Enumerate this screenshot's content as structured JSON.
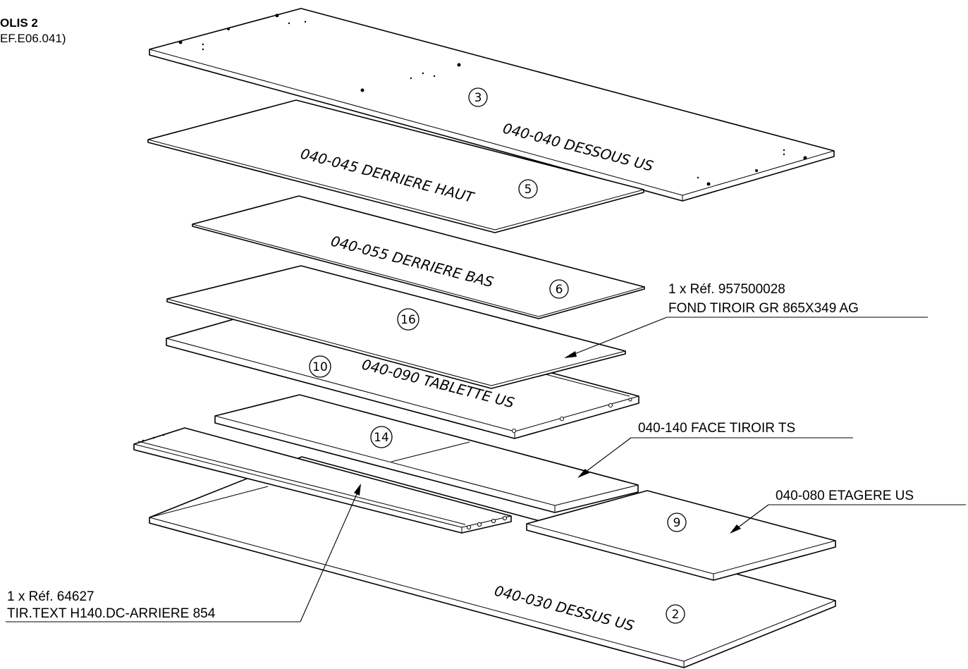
{
  "header": {
    "title": "OLIS 2",
    "reference": "EF.E06.041)"
  },
  "parts": {
    "p3": {
      "bubble": "3",
      "label": "040-040 DESSOUS US"
    },
    "p5": {
      "bubble": "5",
      "label": "040-045 DERRIERE HAUT"
    },
    "p6": {
      "bubble": "6",
      "label": "040-055 DERRIERE BAS"
    },
    "p16": {
      "bubble": "16"
    },
    "p10": {
      "bubble": "10",
      "label": "040-090 TABLETTE US"
    },
    "p14": {
      "bubble": "14"
    },
    "p9": {
      "bubble": "9"
    },
    "p2": {
      "bubble": "2",
      "label": "040-030 DESSUS US"
    }
  },
  "callouts": {
    "fond_tiroir": {
      "line1": "1 x Réf. 957500028",
      "line2": "FOND TIROIR GR 865X349 AG"
    },
    "face_tiroir": {
      "line1": "040-140 FACE TIROIR TS"
    },
    "etagere": {
      "line1": "040-080 ETAGERE US"
    },
    "tir_text": {
      "line1": "1 x Réf. 64627",
      "line2": "TIR.TEXT H140.DC-ARRIERE  854"
    }
  }
}
